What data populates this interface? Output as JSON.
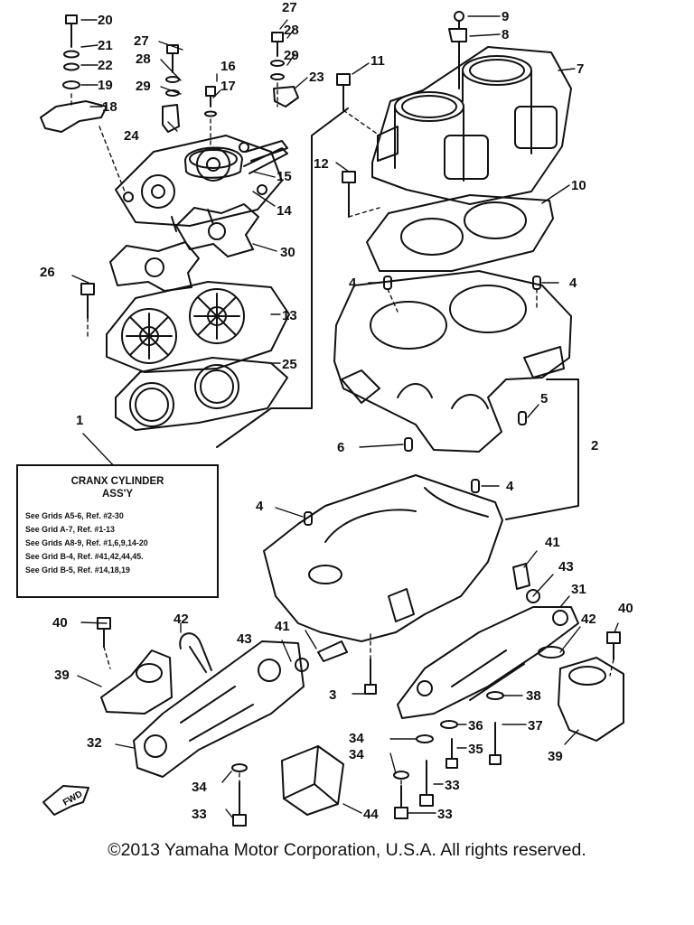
{
  "legend": {
    "title_line1": "CRANX CYLINDER",
    "title_line2": "ASS'Y",
    "lines": [
      "See Grids A5-6, Ref. #2-30",
      "See Grid A-7, Ref. #1-13",
      "See Grids A8-9, Ref. #1,6,9,14-20",
      "See Grid B-4, Ref. #41,42,44,45.",
      "See Grid B-5, Ref. #14,18,19"
    ]
  },
  "fwd_label": "FWD",
  "copyright": "©2013 Yamaha Motor Corporation, U.S.A. All rights reserved.",
  "callouts": {
    "c1": "1",
    "c2": "2",
    "c3": "3",
    "c4a": "4",
    "c4b": "4",
    "c4c": "4",
    "c4d": "4",
    "c5": "5",
    "c6": "6",
    "c7": "7",
    "c8": "8",
    "c9": "9",
    "c10": "10",
    "c11": "11",
    "c12": "12",
    "c13": "13",
    "c14": "14",
    "c15": "15",
    "c16": "16",
    "c17": "17",
    "c18": "18",
    "c19": "19",
    "c20": "20",
    "c21": "21",
    "c22": "22",
    "c23": "23",
    "c24": "24",
    "c25": "25",
    "c26": "26",
    "c27a": "27",
    "c27b": "27",
    "c28a": "28",
    "c28b": "28",
    "c29a": "29",
    "c29b": "29",
    "c30": "30",
    "c31": "31",
    "c32": "32",
    "c33a": "33",
    "c33b": "33",
    "c33c": "33",
    "c34a": "34",
    "c34b": "34",
    "c34c": "34",
    "c35": "35",
    "c36": "36",
    "c37": "37",
    "c38": "38",
    "c39a": "39",
    "c39b": "39",
    "c40a": "40",
    "c40b": "40",
    "c41a": "41",
    "c41b": "41",
    "c42a": "42",
    "c42b": "42",
    "c43a": "43",
    "c43b": "43",
    "c44": "44"
  }
}
